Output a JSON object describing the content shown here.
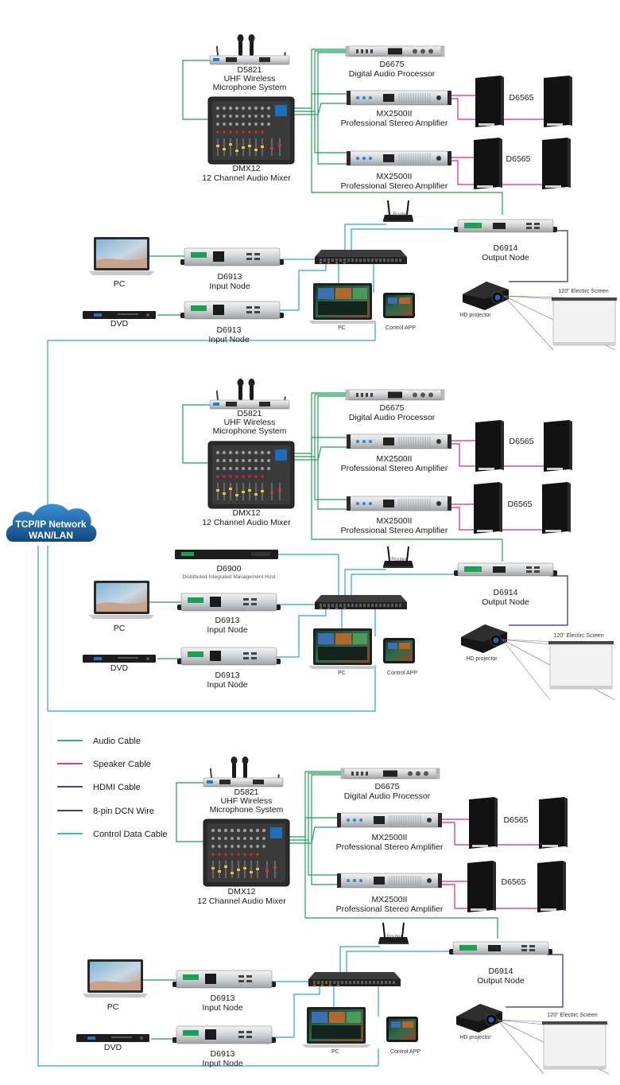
{
  "cloud": {
    "line1": "TCP/IP Network",
    "line2": "WAN/LAN"
  },
  "legend": [
    {
      "label": "Audio Cable",
      "color": "#1f9e58"
    },
    {
      "label": "Speaker Cable",
      "color": "#d12a8c"
    },
    {
      "label": "HDMI Cable",
      "color": "#2a2a8a"
    },
    {
      "label": "8-pin DCN Wire",
      "color": "#2b2b2b"
    },
    {
      "label": "Control Data Cable",
      "color": "#27a2d8"
    }
  ],
  "labels": {
    "mic_model": "D5821",
    "mic_desc1": "UHF Wireless",
    "mic_desc2": "Microphone System",
    "mixer_model": "DMX12",
    "mixer_desc": "12 Channel Audio Mixer",
    "processor_model": "D6675",
    "processor_desc": "Digital Audio Processor",
    "amp_model": "MX2500II",
    "amp_desc": "Professional Stereo Amplifier",
    "speaker_model": "D6565",
    "router": "Router",
    "output_model": "D6914",
    "output_desc": "Output Node",
    "input_model": "D6913",
    "input_desc": "Input Node",
    "pc": "PC",
    "dvd": "DVD",
    "control_app": "Control APP",
    "projector": "HD projector",
    "screen": "120\" Electirc Screen",
    "host_model": "D6900",
    "host_desc": "Distributed Integrated Management Host"
  }
}
